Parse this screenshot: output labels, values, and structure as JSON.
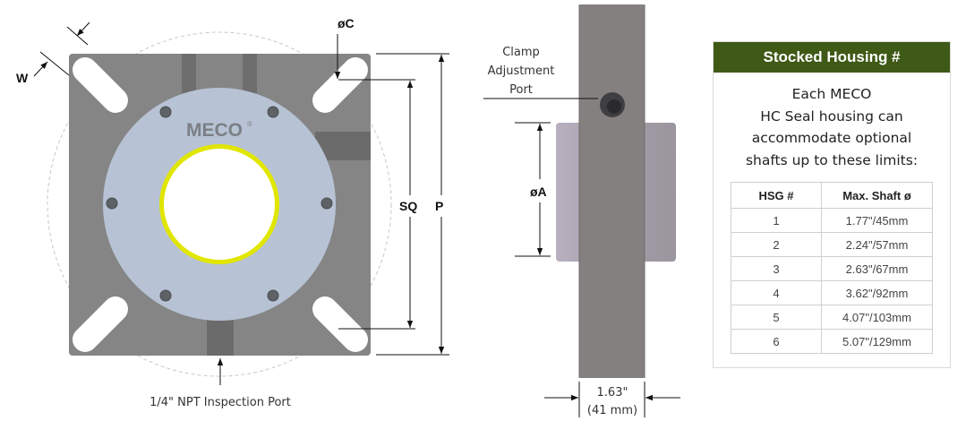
{
  "diagram": {
    "dimensions": {
      "w": "W",
      "c": "øC",
      "sq": "SQ",
      "p": "P",
      "a": "øA",
      "width_in": "1.63\"",
      "width_mm": "(41 mm)"
    },
    "logo": "MECO",
    "registered_mark": "®",
    "callouts": {
      "clamp_line1": "Clamp",
      "clamp_line2": "Adjustment",
      "clamp_line3": "Port",
      "inspection": "1/4\" NPT Inspection Port"
    },
    "colors": {
      "housing": "#858585",
      "face": "#b7c3d4",
      "seal_ring": "#e1e600",
      "header_bg": "#3f5916"
    }
  },
  "panel": {
    "title": "Stocked Housing #",
    "description": [
      "Each MECO",
      "HC Seal housing can",
      "accommodate optional",
      "shafts up to these limits:"
    ],
    "table": {
      "headers": [
        "HSG #",
        "Max. Shaft ø"
      ],
      "rows": [
        [
          "1",
          "1.77\"/45mm"
        ],
        [
          "2",
          "2.24\"/57mm"
        ],
        [
          "3",
          "2.63\"/67mm"
        ],
        [
          "4",
          "3.62\"/92mm"
        ],
        [
          "5",
          "4.07\"/103mm"
        ],
        [
          "6",
          "5.07\"/129mm"
        ]
      ]
    }
  }
}
